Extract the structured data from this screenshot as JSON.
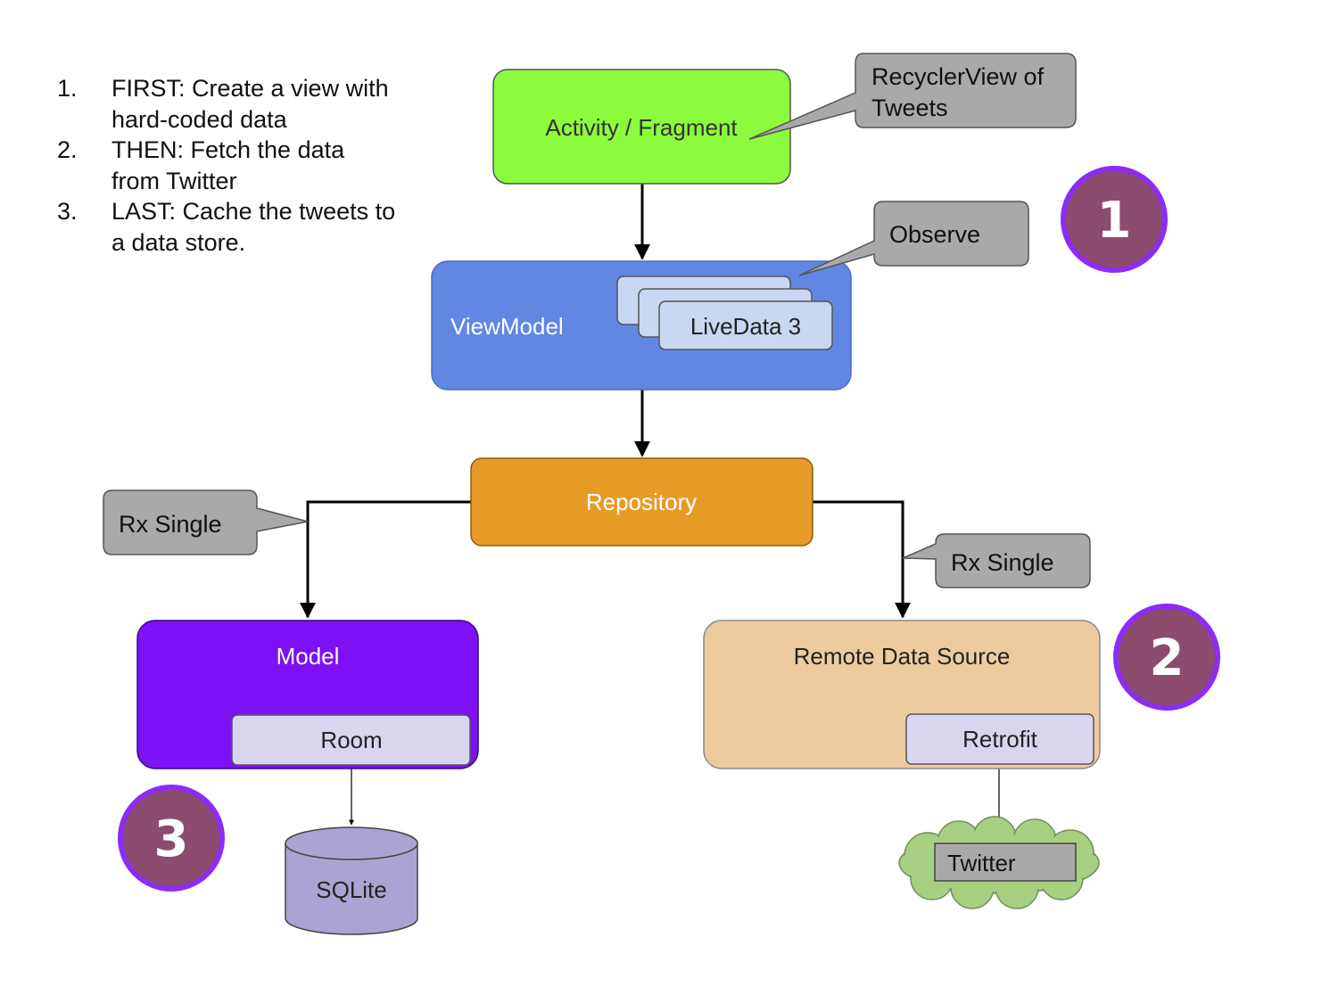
{
  "steps": [
    {
      "num": "1.",
      "text": "FIRST: Create a view with hard-coded data"
    },
    {
      "num": "2.",
      "text": "THEN: Fetch the data from Twitter"
    },
    {
      "num": "3.",
      "text": "LAST: Cache the tweets to a data store."
    }
  ],
  "nodes": {
    "activity": "Activity / Fragment",
    "viewmodel": "ViewModel",
    "livedata": "LiveData 3",
    "repository": "Repository",
    "model": "Model",
    "room": "Room",
    "remote": "Remote Data Source",
    "retrofit": "Retrofit",
    "sqlite": "SQLite",
    "twitter": "Twitter"
  },
  "callouts": {
    "recyclerview": [
      "RecyclerView of",
      "Tweets"
    ],
    "observe": "Observe",
    "rx_left": "Rx Single",
    "rx_right": "Rx Single"
  },
  "badges": {
    "one": "1",
    "two": "2",
    "three": "3"
  },
  "colors": {
    "activity": "#8cfa3d",
    "viewmodel": "#6187e3",
    "livedata": "#c9d7f2",
    "repository": "#e79b27",
    "model": "#7c12f5",
    "inner": "#dad5ee",
    "remote": "#eecb9f",
    "sqlite": "#aba3d3",
    "twitter_cloud": "#a7d083",
    "callout": "#a9a9a9",
    "badge_fill": "#8b4c6e",
    "badge_ring": "#8c2cf5"
  }
}
